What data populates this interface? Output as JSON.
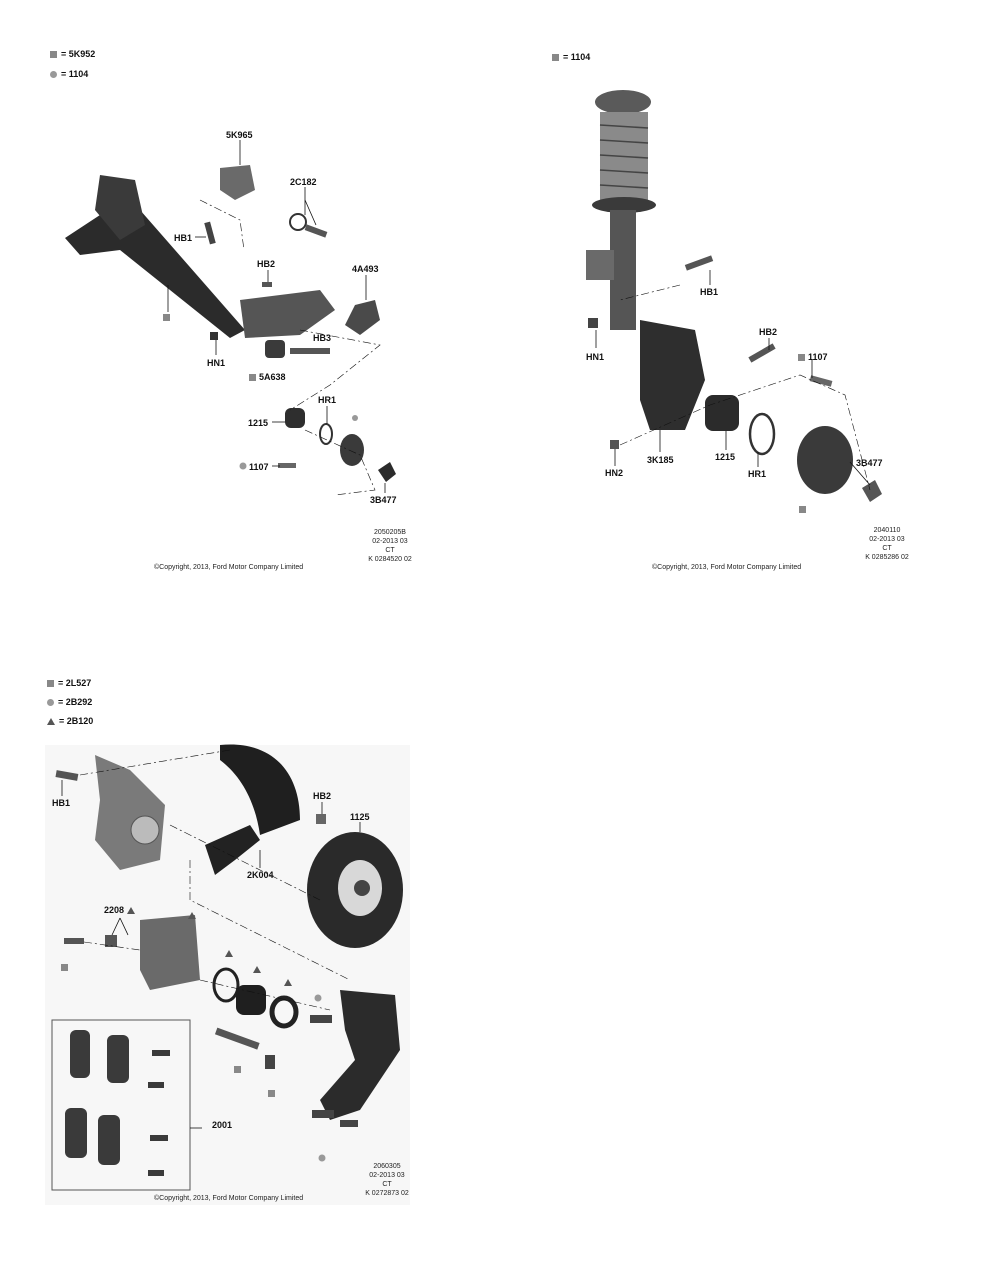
{
  "panel1": {
    "legend": [
      {
        "icon": "square",
        "text": "= 5K952"
      },
      {
        "icon": "circle",
        "text": "= 1104"
      }
    ],
    "labels": {
      "l5k965": "5K965",
      "l2c182": "2C182",
      "lhb1": "HB1",
      "lhb2": "HB2",
      "l4a493": "4A493",
      "lhb3": "HB3",
      "lhn1": "HN1",
      "l5a638": "5A638",
      "lhr1": "HR1",
      "l1215": "1215",
      "l1107": "1107",
      "l3b477": "3B477"
    },
    "meta": [
      "2050205B",
      "02-2013 03",
      "CT",
      "K 0284520 02"
    ],
    "copyright": "©Copyright, 2013, Ford Motor Company Limited"
  },
  "panel2": {
    "legend": [
      {
        "icon": "square",
        "text": "= 1104"
      }
    ],
    "labels": {
      "lhb1": "HB1",
      "lhn1": "HN1",
      "lhb2": "HB2",
      "l1107": "1107",
      "l3b477": "3B477",
      "lhn2": "HN2",
      "l3k185": "3K185",
      "l1215": "1215",
      "lhr1": "HR1"
    },
    "meta": [
      "2040110",
      "02-2013 03",
      "CT",
      "K 0285286 02"
    ],
    "copyright": "©Copyright, 2013, Ford Motor Company Limited"
  },
  "panel3": {
    "legend": [
      {
        "icon": "square",
        "text": "= 2L527"
      },
      {
        "icon": "circle",
        "text": "= 2B292"
      },
      {
        "icon": "triangle",
        "text": "= 2B120"
      }
    ],
    "labels": {
      "lhb1": "HB1",
      "lhb2": "HB2",
      "l1125": "1125",
      "l2k004": "2K004",
      "l2208": "2208",
      "l2001": "2001"
    },
    "meta": [
      "2060305",
      "02-2013 03",
      "CT",
      "K 0272873 02"
    ],
    "copyright": "©Copyright, 2013, Ford Motor Company Limited"
  },
  "colors": {
    "part_dark": "#2b2b2b",
    "part_mid": "#6e6e6e",
    "part_light": "#b5b5b5",
    "marker": "#888888"
  }
}
